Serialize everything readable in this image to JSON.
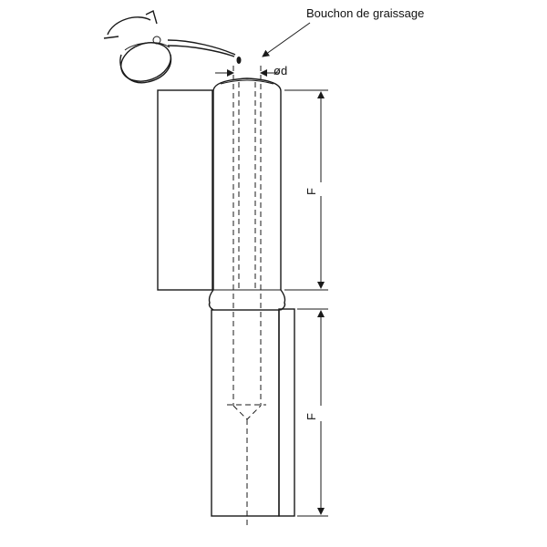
{
  "labels": {
    "grease_plug": "Bouchon de graissage",
    "diameter": "ød",
    "upper_length": "F",
    "lower_length": "F"
  },
  "icons": {
    "oil_can": "oil-can-icon"
  }
}
